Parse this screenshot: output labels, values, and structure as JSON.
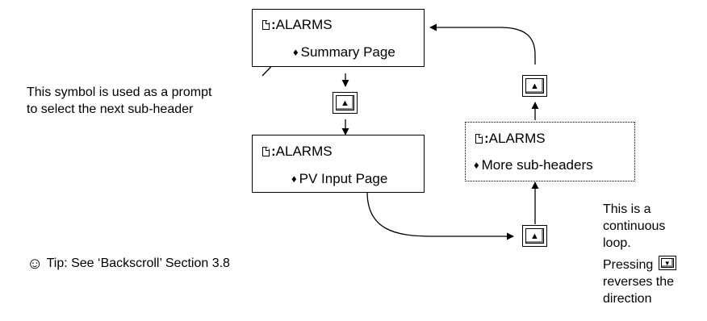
{
  "boxes": {
    "summary": {
      "title": "ALARMS",
      "subheader": "Summary Page"
    },
    "pv_input": {
      "title": "ALARMS",
      "subheader": "PV Input Page"
    },
    "more": {
      "title": "ALARMS",
      "subheader": "More sub-headers"
    }
  },
  "callouts": {
    "prompt_line1": "This symbol is used as a prompt",
    "prompt_line2": "to select the next sub-header",
    "loop_line1": "This is a",
    "loop_line2": "continuous",
    "loop_line3": "loop.",
    "pressing": "Pressing",
    "reverses_line1": "reverses the",
    "reverses_line2": "direction"
  },
  "tip": {
    "text": "Tip:  See ‘Backscroll’ Section 3.8"
  },
  "glyphs": {
    "colon": ":",
    "up_down_arrow": "▲▼",
    "up_key_arrow": "▲",
    "down_key_arrow": "▼",
    "smiley": "☺"
  },
  "icons": {
    "page": "page-icon",
    "up_down": "up-down-arrow-icon",
    "up_key": "up-arrow-key-icon",
    "down_key": "down-arrow-key-icon",
    "smiley": "smiley-icon"
  }
}
